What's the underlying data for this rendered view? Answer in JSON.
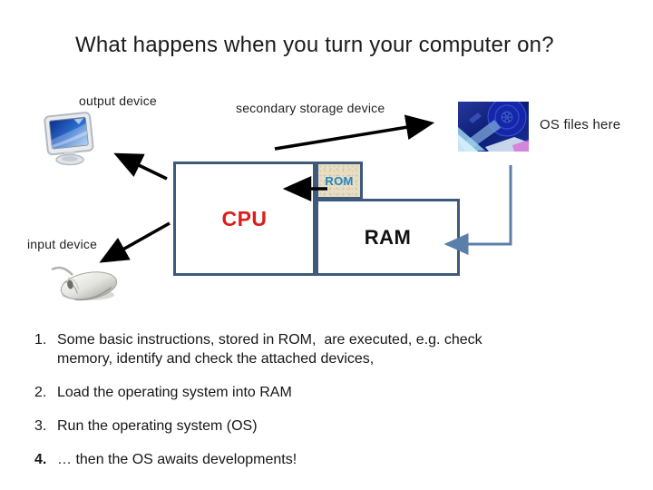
{
  "title": "What happens when you turn your computer on?",
  "diagram": {
    "labels": {
      "output_device": "output device",
      "secondary_storage": "secondary storage device",
      "os_files": "OS files here",
      "input_device": "input device"
    },
    "boxes": {
      "cpu": "CPU",
      "rom": "ROM",
      "ram": "RAM"
    },
    "icons": {
      "monitor": "monitor-icon",
      "hard_disk": "hard-disk-icon",
      "mouse": "mouse-icon"
    },
    "colors": {
      "box_border": "#3d5a7c",
      "connector_blue": "#5b7fa8",
      "arrow_black": "#000000",
      "cpu_text": "#dd1c1c",
      "rom_text": "#1e86c4",
      "rom_fill": "#e8dec5"
    }
  },
  "list": {
    "items": [
      {
        "number": "1.",
        "text": "Some basic instructions, stored in ROM,  are executed, e.g. check memory, identify and check the attached devices,"
      },
      {
        "number": "2.",
        "text": "Load the operating system into RAM"
      },
      {
        "number": "3.",
        "text": "Run the operating system (OS)"
      },
      {
        "number": "4.",
        "text": "… then the OS awaits developments!"
      }
    ]
  }
}
